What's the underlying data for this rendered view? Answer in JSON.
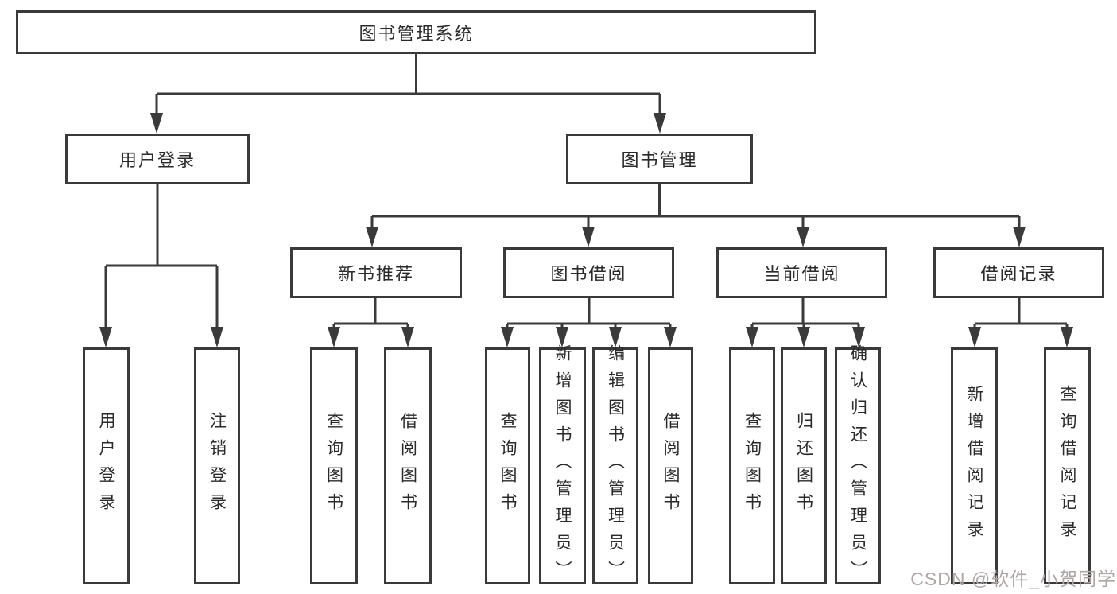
{
  "tree": {
    "root": {
      "label": "图书管理系统"
    },
    "branches": [
      {
        "label": "用户登录",
        "children": [
          {
            "label": "用户登录"
          },
          {
            "label": "注销登录"
          }
        ]
      },
      {
        "label": "图书管理",
        "children": [
          {
            "label": "新书推荐",
            "children": [
              {
                "label": "查询图书"
              },
              {
                "label": "借阅图书"
              }
            ]
          },
          {
            "label": "图书借阅",
            "children": [
              {
                "label": "查询图书"
              },
              {
                "label": "新增图书（管理员）"
              },
              {
                "label": "编辑图书（管理员）"
              },
              {
                "label": "借阅图书"
              }
            ]
          },
          {
            "label": "当前借阅",
            "children": [
              {
                "label": "查询图书"
              },
              {
                "label": "归还图书"
              },
              {
                "label": "确认归还（管理员）"
              }
            ]
          },
          {
            "label": "借阅记录",
            "children": [
              {
                "label": "新增借阅记录"
              },
              {
                "label": "查询借阅记录"
              }
            ]
          }
        ]
      }
    ]
  },
  "watermark": "CSDN @软件_小贺同学",
  "colors": {
    "line": "#3a3a3a",
    "text": "#2a2a2a",
    "watermark": "#afa6a6",
    "background": "#ffffff"
  }
}
